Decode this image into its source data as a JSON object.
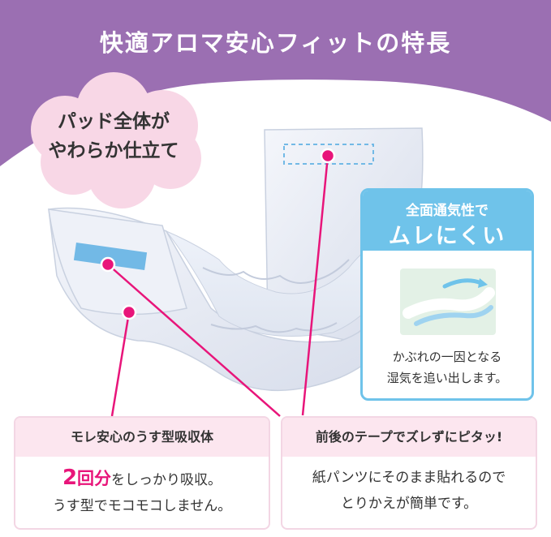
{
  "header": {
    "title": "快適アロマ安心フィットの特長"
  },
  "badge": {
    "line1": "パッド全体が",
    "line2": "やわらか仕立て"
  },
  "ventilation": {
    "heading_line1": "全面通気性で",
    "heading_line2": "ムレにくい",
    "desc_line1": "かぶれの一因となる",
    "desc_line2": "湿気を追い出します。"
  },
  "features": [
    {
      "title": "モレ安心のうす型吸収体",
      "highlight_num": "2",
      "highlight_rest": "回分",
      "line1_rest": "をしっかり吸収。",
      "line2": "うす型でモコモコしません。"
    },
    {
      "title": "前後のテープでズレずにピタッ!",
      "line1": "紙パンツにそのまま貼れるので",
      "line2": "とりかえが簡単です。"
    }
  ],
  "colors": {
    "header_purple": "#9b6fb2",
    "accent_pink": "#e8157a",
    "card_border_blue": "#6fc3ea",
    "cloud_pink": "#f8d7e6",
    "tape_blue": "#72b9e6"
  }
}
